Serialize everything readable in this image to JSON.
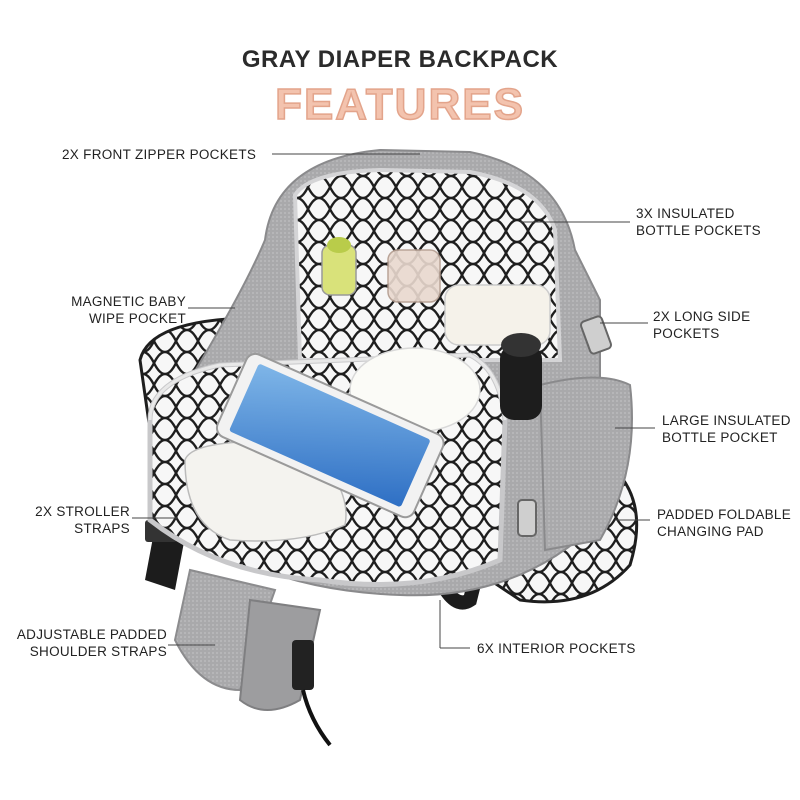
{
  "header": {
    "title": "GRAY DIAPER BACKPACK",
    "subtitle": "FEATURES"
  },
  "callouts": {
    "front_zipper": [
      "2X FRONT ZIPPER POCKETS"
    ],
    "insulated_bottle": [
      "3X INSULATED",
      "BOTTLE POCKETS"
    ],
    "magnetic_wipe": [
      "MAGNETIC BABY",
      "WIPE POCKET"
    ],
    "long_side": [
      "2X LONG SIDE",
      "POCKETS"
    ],
    "large_insulated": [
      "LARGE INSULATED",
      "BOTTLE POCKET"
    ],
    "stroller_straps": [
      "2X STROLLER",
      "STRAPS"
    ],
    "changing_pad": [
      "PADDED FOLDABLE",
      "CHANGING PAD"
    ],
    "shoulder_straps": [
      "ADJUSTABLE PADDED",
      "SHOULDER STRAPS"
    ],
    "interior_pockets": [
      "6X INTERIOR POCKETS"
    ]
  },
  "colors": {
    "title": "#2b2b2b",
    "subtitle_fill": "#f3c3ae",
    "bag_gray": "#a9a9ab",
    "lining_dark": "#1e1e1e"
  }
}
